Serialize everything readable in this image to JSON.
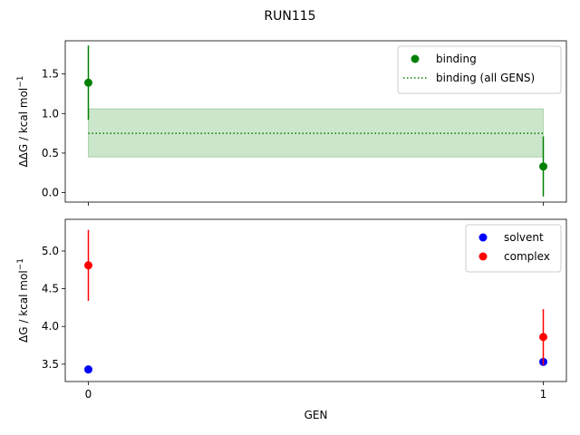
{
  "chart_data": {
    "title": "RUN115",
    "xlabel": "GEN",
    "x_ticks": [
      "0",
      "1"
    ],
    "panels": [
      {
        "type": "scatter",
        "ylabel_main": "ΔΔG / kcal mol",
        "ylabel_sup": "−1",
        "ylim": [
          -0.12,
          1.92
        ],
        "y_ticks": [
          "0.0",
          "0.5",
          "1.0",
          "1.5"
        ],
        "y_tick_values": [
          0.0,
          0.5,
          1.0,
          1.5
        ],
        "legend_position": "top-right",
        "series": [
          {
            "name": "binding",
            "color": "#008000",
            "x": [
              0,
              1
            ],
            "y": [
              1.39,
              0.33
            ],
            "yerr": [
              0.47,
              0.38
            ]
          }
        ],
        "reference": {
          "name": "binding (all GENS)",
          "color": "#008000",
          "value": 0.75,
          "band": [
            0.45,
            1.06
          ],
          "band_color": "#008000"
        }
      },
      {
        "type": "scatter",
        "ylabel_main": "ΔG / kcal mol",
        "ylabel_sup": "−1",
        "ylim": [
          3.27,
          5.42
        ],
        "y_ticks": [
          "3.5",
          "4.0",
          "4.5",
          "5.0"
        ],
        "y_tick_values": [
          3.5,
          4.0,
          4.5,
          5.0
        ],
        "legend_position": "top-right",
        "series": [
          {
            "name": "solvent",
            "color": "#0000ff",
            "x": [
              0,
              1
            ],
            "y": [
              3.43,
              3.53
            ],
            "yerr": [
              0.05,
              0.03
            ]
          },
          {
            "name": "complex",
            "color": "#ff0000",
            "x": [
              0,
              1
            ],
            "y": [
              4.81,
              3.86
            ],
            "yerr": [
              0.47,
              0.37
            ]
          }
        ]
      }
    ]
  }
}
